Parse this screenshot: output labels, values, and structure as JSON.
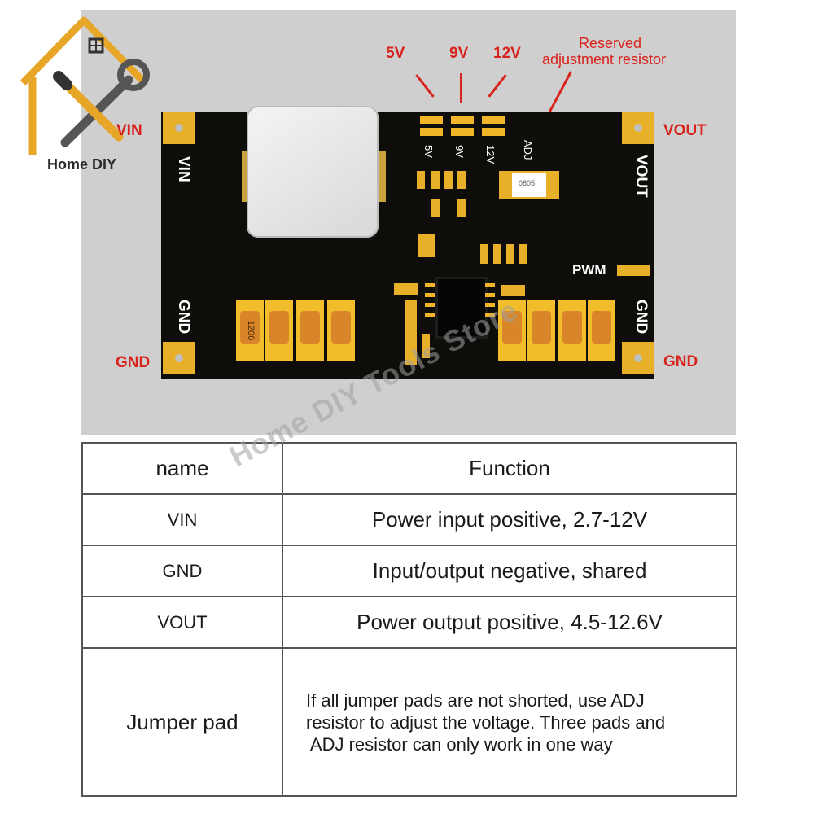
{
  "logo": {
    "text": "Home DIY"
  },
  "watermark": "Home DIY Tools Store",
  "diagram": {
    "top_labels": [
      "5V",
      "9V",
      "12V"
    ],
    "reserved_label_line1": "Reserved",
    "reserved_label_line2": "adjustment resistor",
    "left_top_label": "VIN",
    "left_bottom_label": "GND",
    "right_top_label": "VOUT",
    "right_bottom_label": "GND",
    "silk": {
      "vin": "VIN",
      "gnd_left": "GND",
      "vout": "VOUT",
      "gnd_right": "GND",
      "pwm": "PWM",
      "j5": "5V",
      "j9": "9V",
      "j12": "12V",
      "adj": "ADJ",
      "cap_code": "1206",
      "res_code": "0805"
    },
    "colors": {
      "label_red": "#d8231d",
      "board": "#0e0d0a",
      "pad_gold": "#e8b028"
    }
  },
  "table": {
    "headers": [
      "name",
      "Function"
    ],
    "rows": [
      {
        "name": "VIN",
        "function": "Power input positive, 2.7-12V"
      },
      {
        "name": "GND",
        "function": "Input/output negative, shared"
      },
      {
        "name": "VOUT",
        "function": "Power output positive, 4.5-12.6V"
      },
      {
        "name": "Jumper pad",
        "function_lines": [
          "If all jumper pads are not shorted, use ADJ",
          "resistor to adjust the voltage. Three pads and",
          " ADJ resistor can only work in one way"
        ]
      }
    ]
  }
}
